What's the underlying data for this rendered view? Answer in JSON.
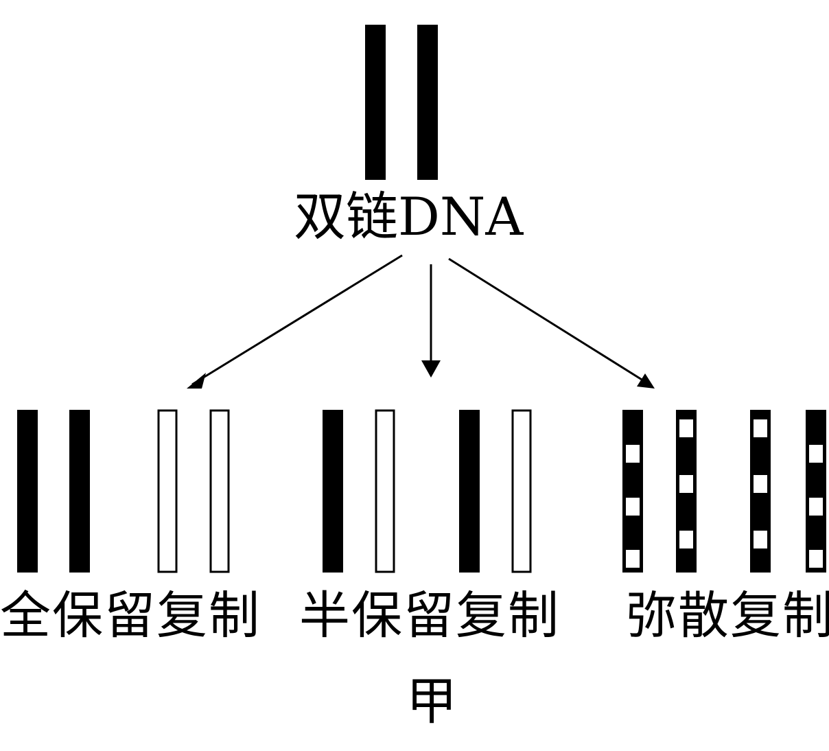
{
  "title": "双链DNA",
  "figure_label": "甲",
  "models": [
    {
      "name": "全保留复制",
      "strands": [
        "old",
        "old",
        "new",
        "new"
      ]
    },
    {
      "name": "半保留复制",
      "strands": [
        "old",
        "new",
        "old",
        "new"
      ]
    },
    {
      "name": "弥散复制",
      "strands": [
        "mixed-a",
        "mixed-b",
        "mixed-b",
        "mixed-a"
      ]
    }
  ],
  "colors": {
    "old_strand": "#000000",
    "new_strand": "#ffffff",
    "arrow": "#000000"
  }
}
